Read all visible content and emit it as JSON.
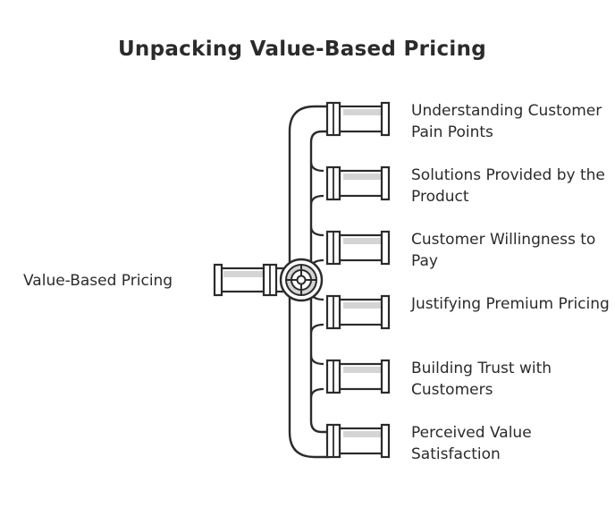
{
  "title": "Unpacking Value-Based Pricing",
  "source": {
    "label": "Value-Based Pricing",
    "icon": "valve-icon"
  },
  "branches": [
    {
      "label": "Understanding Customer Pain Points"
    },
    {
      "label": "Solutions Provided by the Product"
    },
    {
      "label": "Customer Willingness to Pay"
    },
    {
      "label": "Justifying Premium Pricing"
    },
    {
      "label": "Building Trust with Customers"
    },
    {
      "label": "Perceived Value Satisfaction"
    }
  ],
  "colors": {
    "stroke": "#2b2b2b",
    "pipe_fill": "#ffffff",
    "shadow": "#d4d4d4"
  }
}
